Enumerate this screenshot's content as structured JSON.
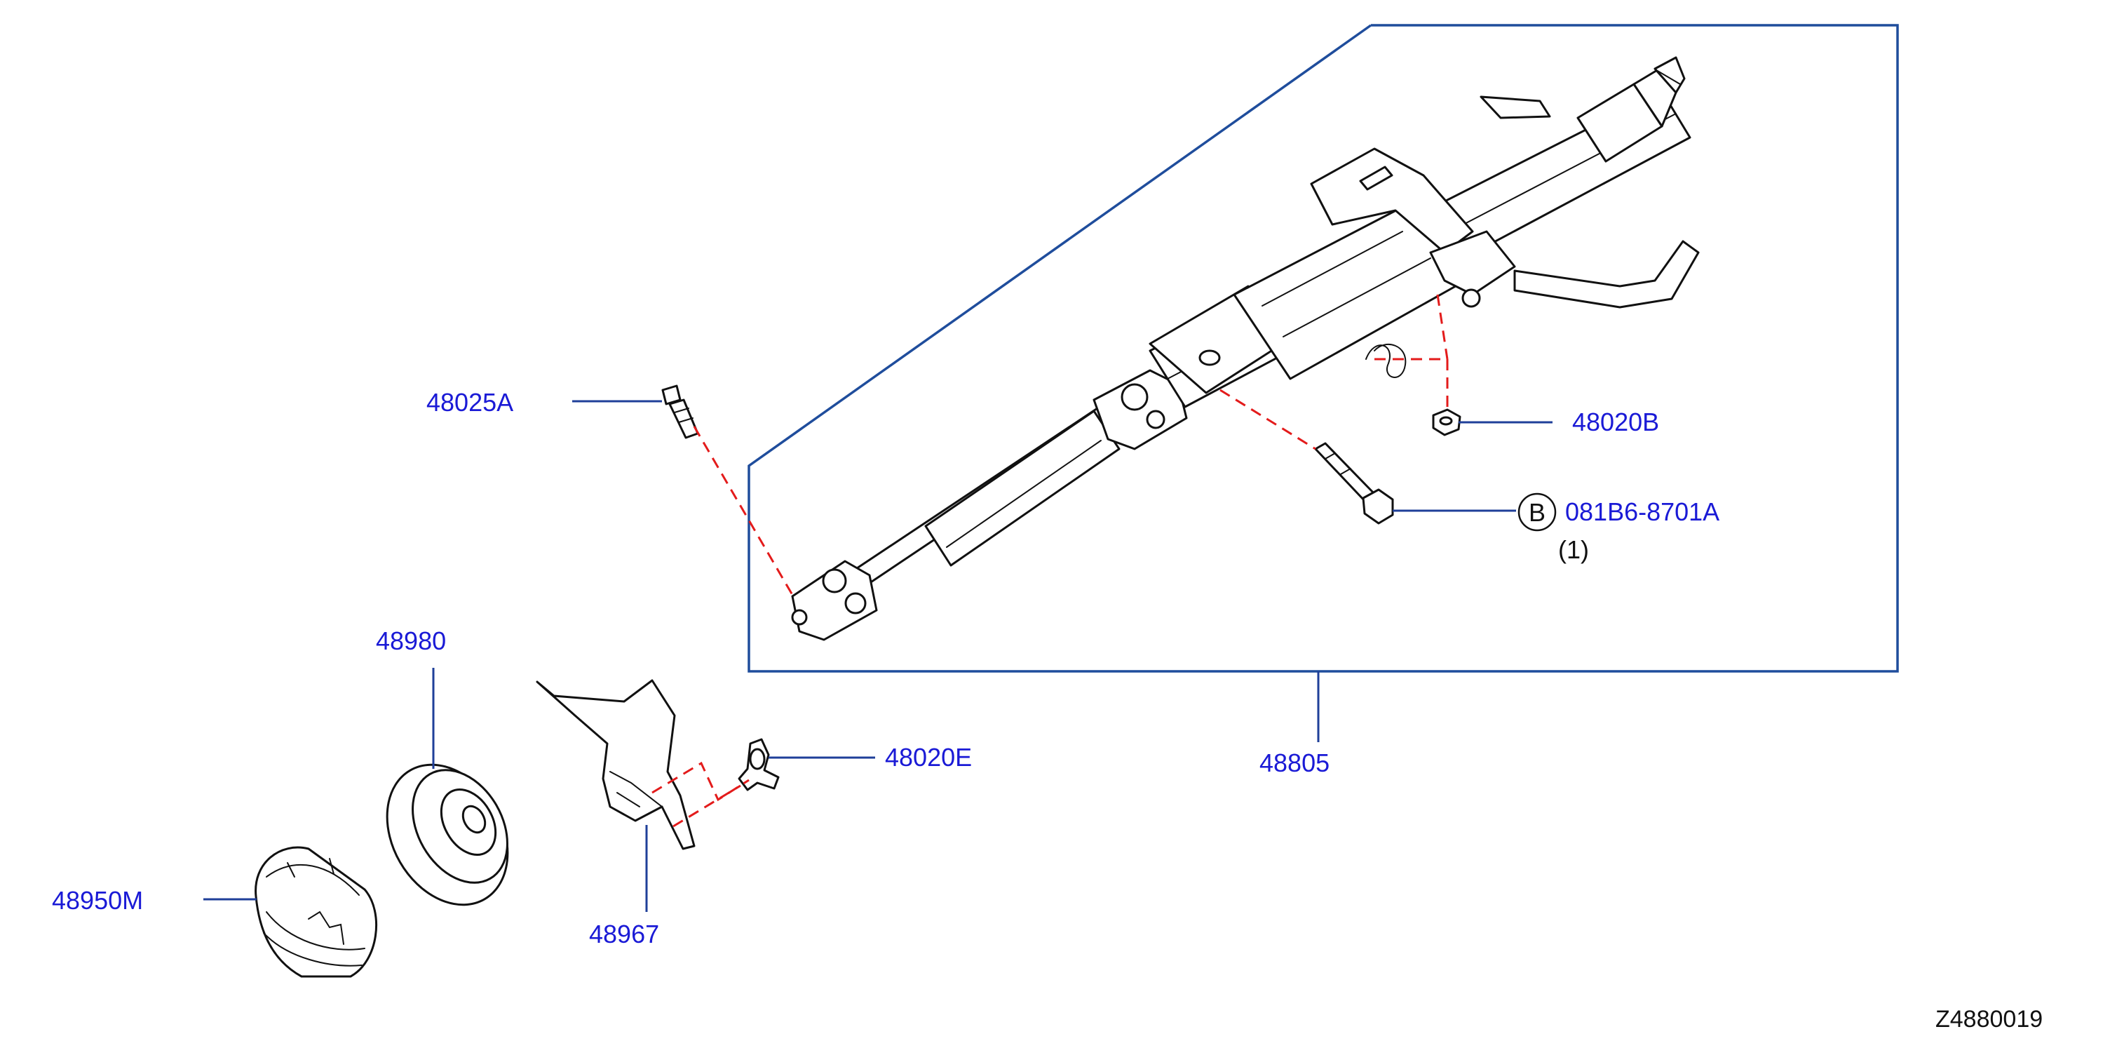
{
  "diagram": {
    "parts": [
      {
        "id": "p48025A",
        "label": "48025A"
      },
      {
        "id": "p48020B",
        "label": "48020B"
      },
      {
        "id": "p081B6",
        "circle_letter": "B",
        "label": "081B6-8701A",
        "qty": "(1)"
      },
      {
        "id": "p48980",
        "label": "48980"
      },
      {
        "id": "p48020E",
        "label": "48020E"
      },
      {
        "id": "p48805",
        "label": "48805"
      },
      {
        "id": "p48950M",
        "label": "48950M"
      },
      {
        "id": "p48967",
        "label": "48967"
      }
    ],
    "figure_code": "Z4880019",
    "colors": {
      "label": "#1a1ad6",
      "leader": "#1f3f99",
      "reference_dash": "#e31b1b",
      "outline": "#111111"
    }
  }
}
